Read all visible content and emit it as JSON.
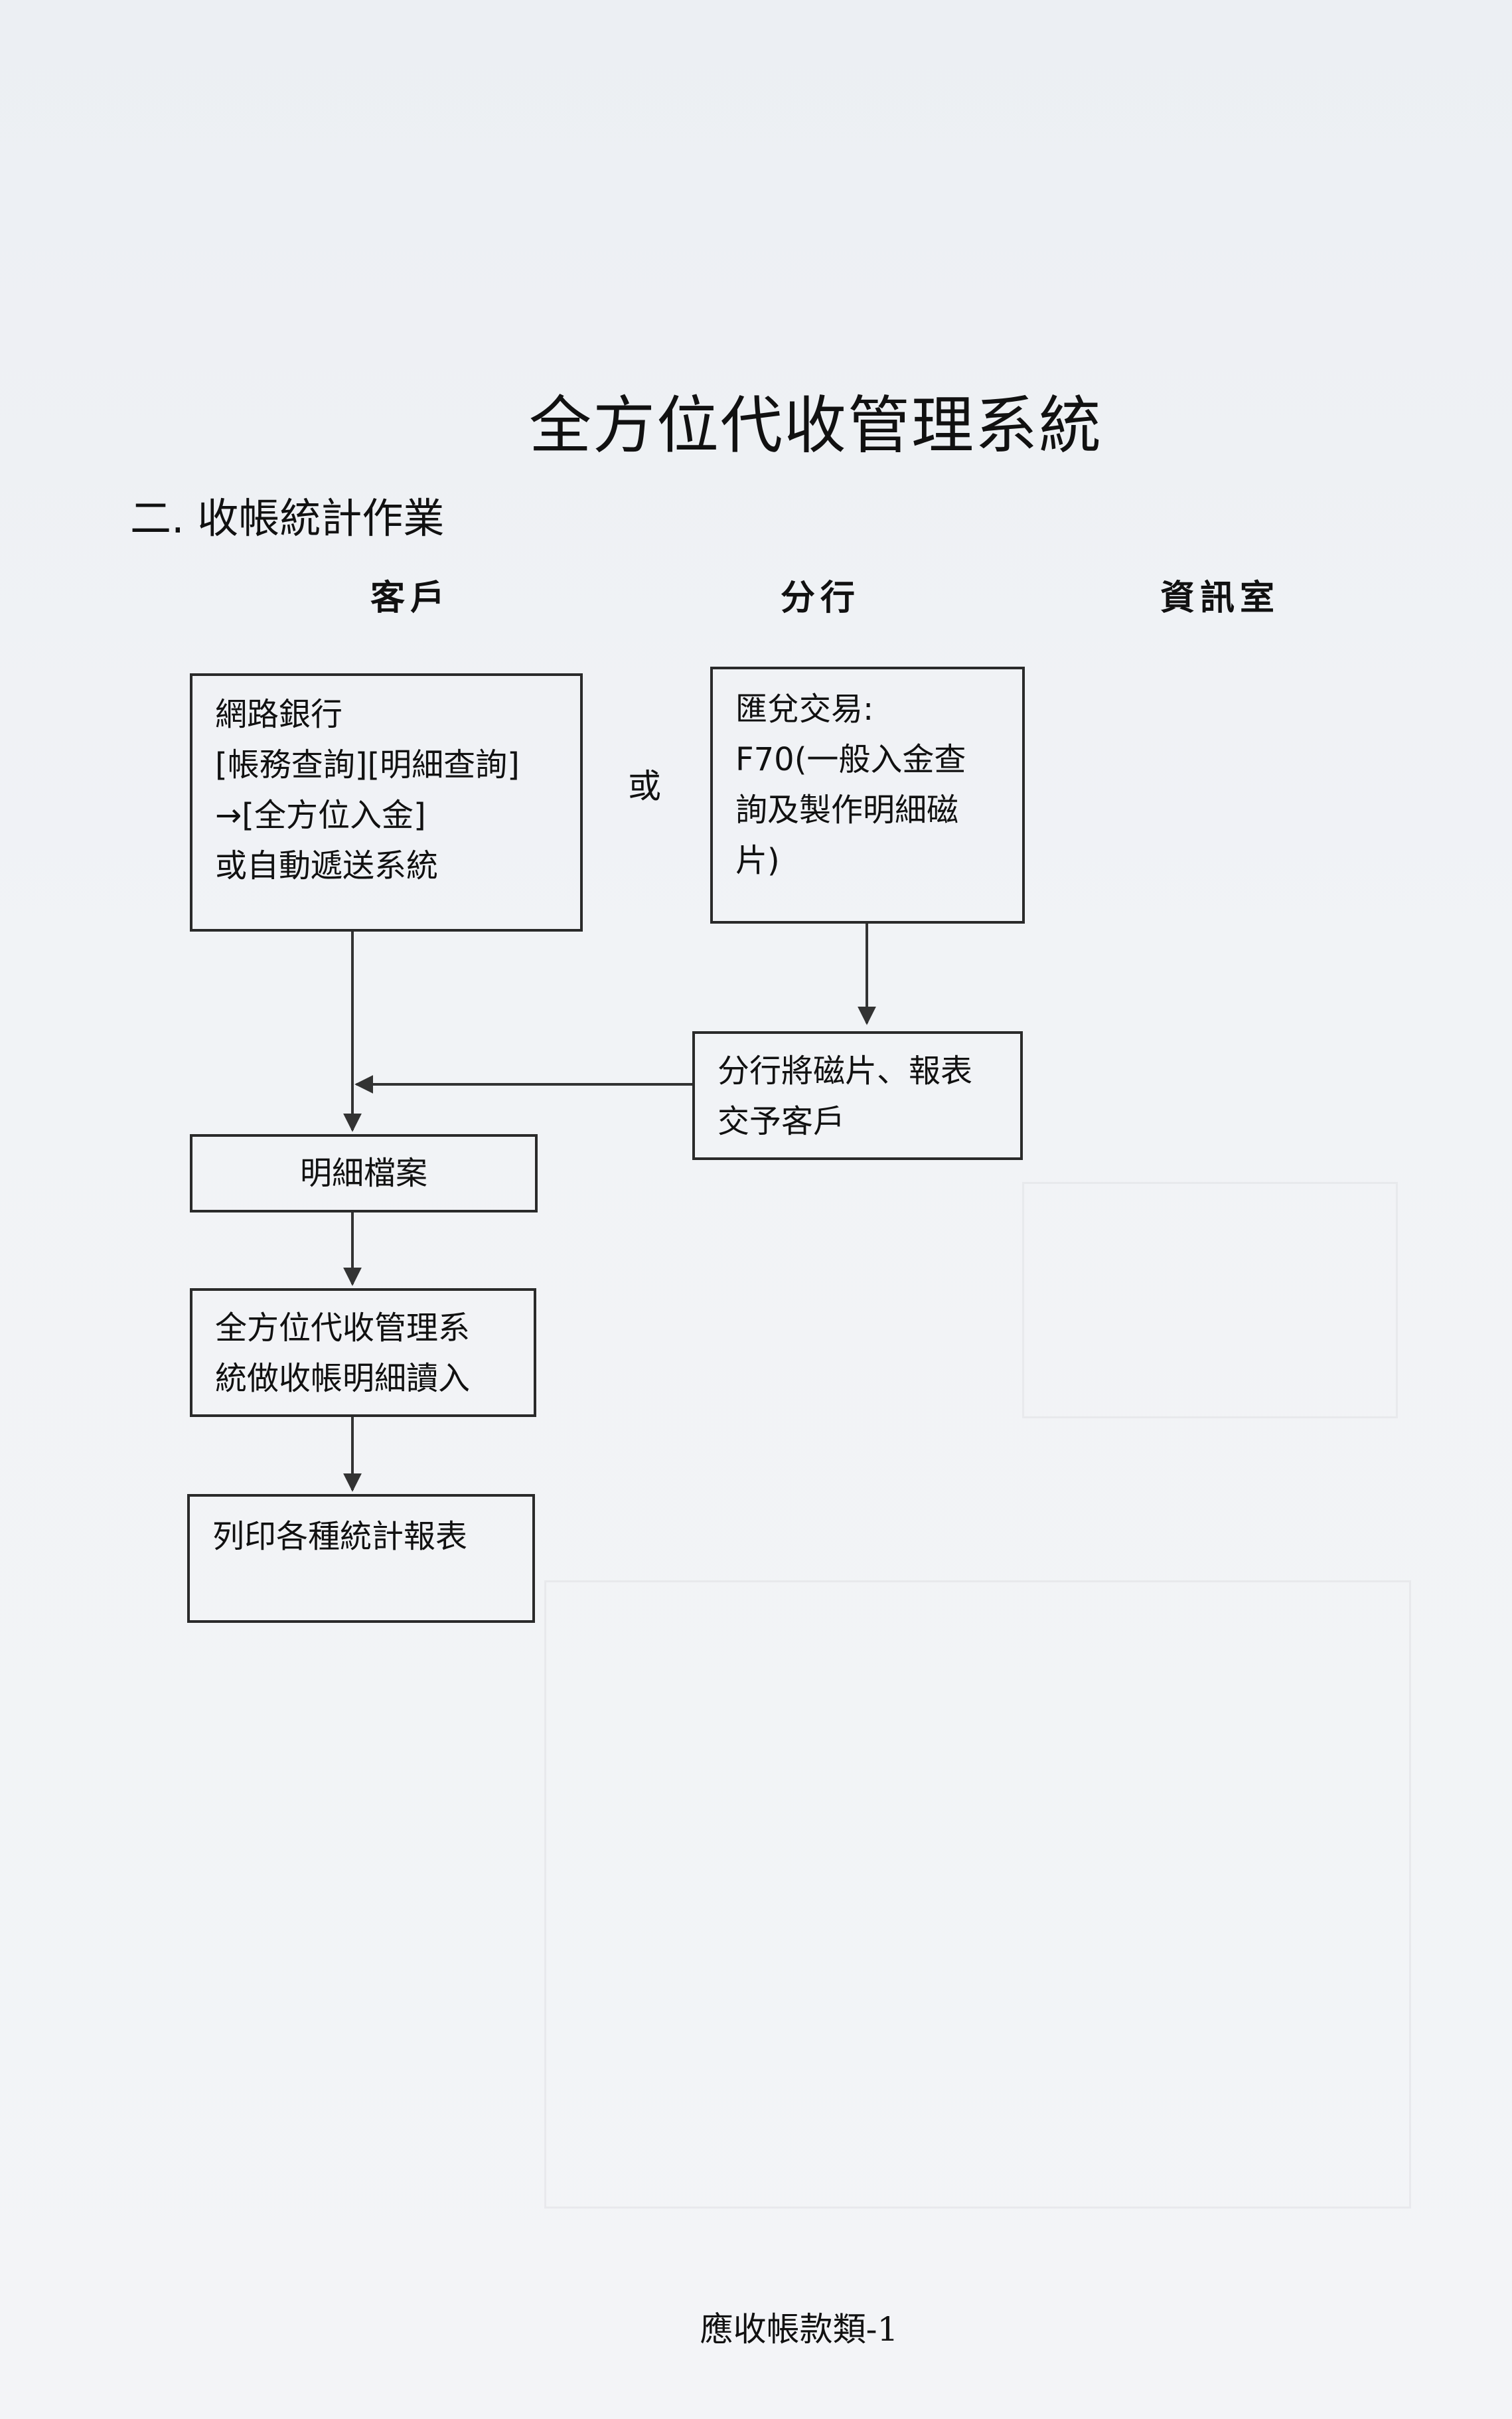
{
  "title": "全方位代收管理系統",
  "section": "二. 收帳統計作業",
  "columns": [
    "客戶",
    "分行",
    "資訊室"
  ],
  "or_label": "或",
  "boxes": {
    "online_banking": [
      "網路銀行",
      "[帳務查詢][明細查詢]",
      "→[全方位入金]",
      "或自動遞送系統"
    ],
    "remittance": [
      "匯兌交易:",
      "F70(一般入金查",
      "詢及製作明細磁",
      "片)"
    ],
    "branch_handover": [
      "分行將磁片、報表",
      "交予客戶"
    ],
    "detail_file": "明細檔案",
    "system_read": [
      "全方位代收管理系",
      "統做收帳明細讀入"
    ],
    "print_reports": "列印各種統計報表"
  },
  "footer": "應收帳款類-1"
}
